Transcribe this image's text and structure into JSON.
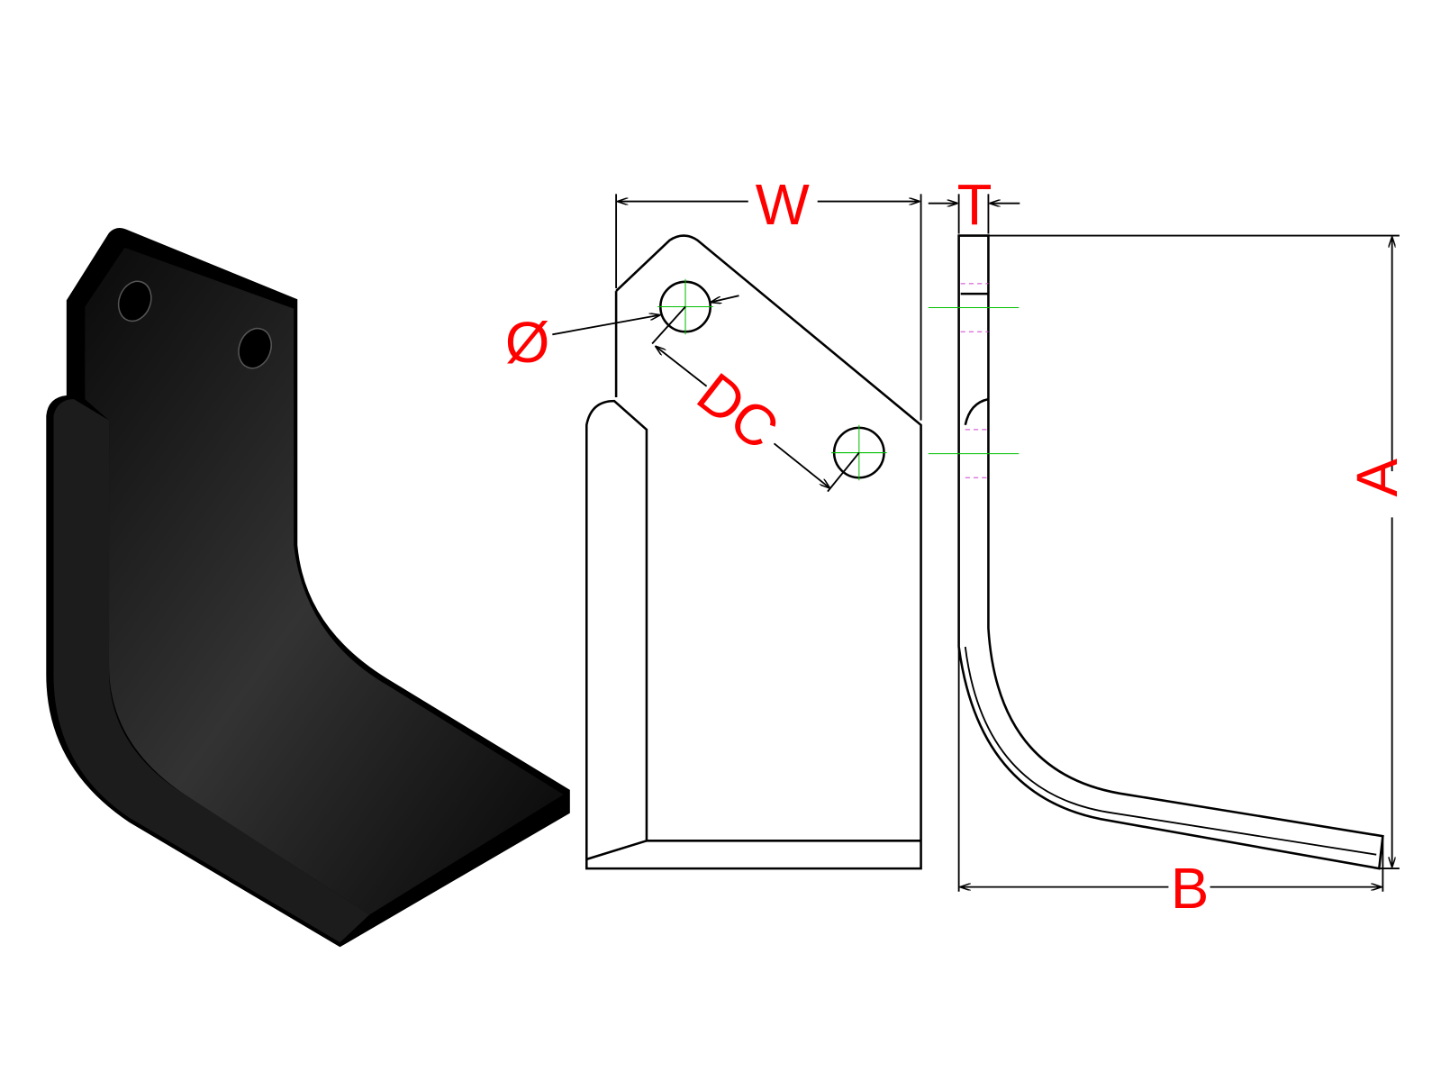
{
  "labels": {
    "width": "W",
    "thickness": "T",
    "hole_diameter": "Ø",
    "hole_distance": "DC",
    "height": "A",
    "depth": "B"
  },
  "colors": {
    "label": "#ff0000",
    "blade": "#111111",
    "centerline": "#00c000",
    "hidden_line": "#d040d0"
  }
}
